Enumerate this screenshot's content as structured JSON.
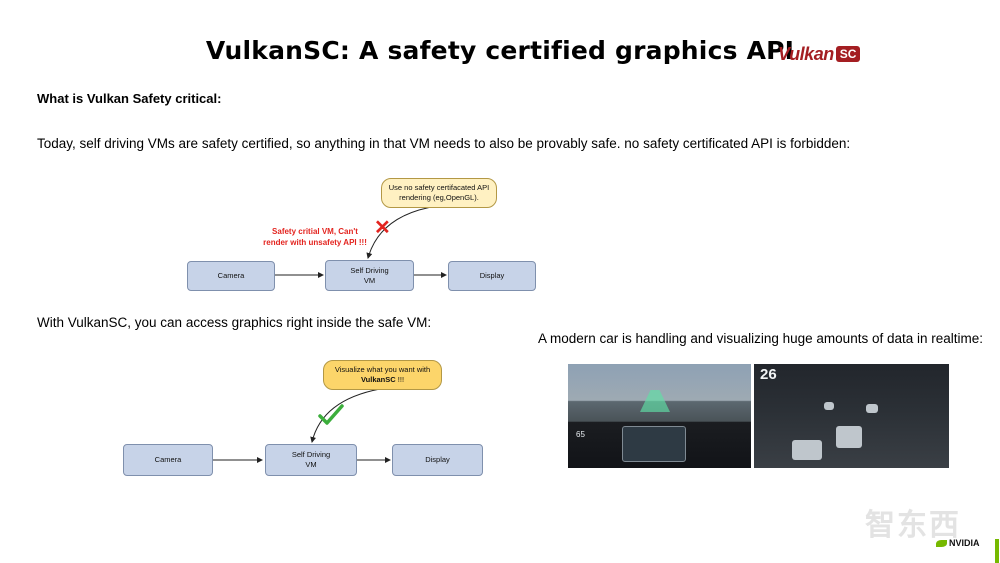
{
  "title": "VulkanSC: A safety certified graphics API",
  "logo": {
    "word": "Vulkan",
    "badge": "SC",
    "color": "#a41e22"
  },
  "heading": "What is Vulkan Safety critical:",
  "paragraphs": {
    "p1": "Today, self driving VMs are safety certified, so anything in that VM needs to also be provably safe. no safety certificated API is forbidden:",
    "p2": "With VulkanSC, you can access graphics right inside the safe VM:",
    "p3": "A modern car is handling and visualizing huge amounts of data in realtime:"
  },
  "diagram1": {
    "camera": "Camera",
    "vm_line1": "Self Driving",
    "vm_line2": "VM",
    "display": "Display",
    "bubble_line1": "Use no safety certifacated API",
    "bubble_line2": "rendering (eg,OpenGL).",
    "warning_line1": "Safety critial VM, Can't",
    "warning_line2": "render with unsafety API !!!",
    "mark": "✕",
    "mark_color": "#e3241f"
  },
  "diagram2": {
    "camera": "Camera",
    "vm_line1": "Self Driving",
    "vm_line2": "VM",
    "display": "Display",
    "bubble_line1": "Visualize what you want with",
    "bubble_bold": "VulkanSC",
    "bubble_suffix": " !!!",
    "mark_color": "#3cae3c"
  },
  "photos": {
    "left_speed": "65",
    "right_speed": "26"
  },
  "footer": {
    "brand": "NVIDIA",
    "accent": "#76b900",
    "watermark": "智东西"
  },
  "colors": {
    "box_fill": "#c7d3e8",
    "bubble_light": "#fff1c2",
    "bubble_dark": "#fcd56a"
  }
}
